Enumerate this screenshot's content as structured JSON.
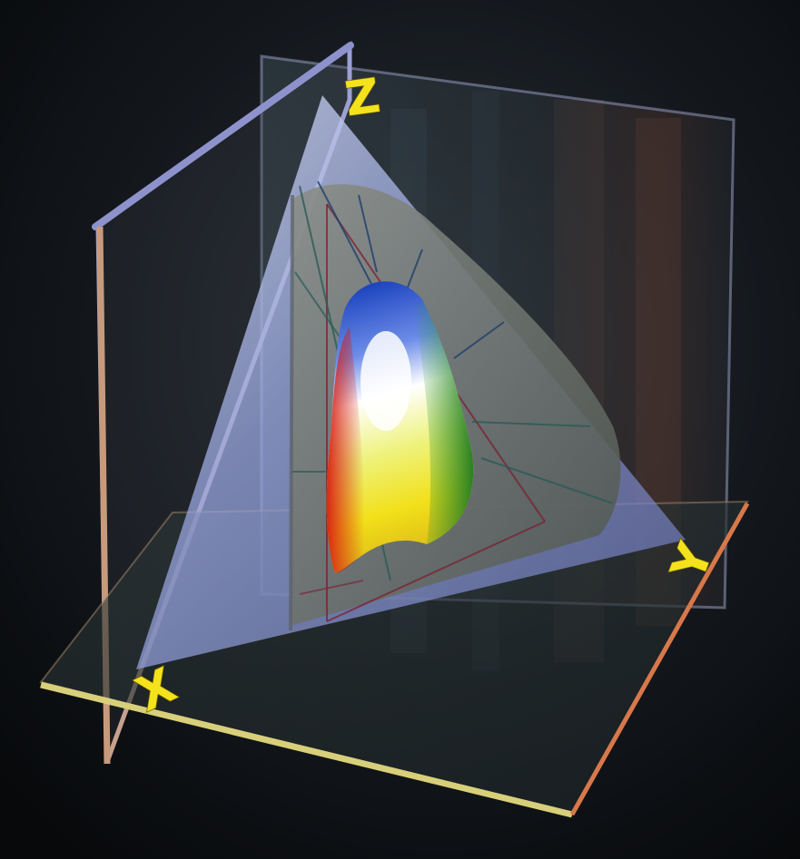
{
  "image": {
    "subject": "3d-coordinate-illustration",
    "axes": [
      {
        "key": "z",
        "label": "Z"
      },
      {
        "key": "y",
        "label": "Y"
      },
      {
        "key": "x",
        "label": "X"
      }
    ],
    "colors": {
      "background": "#0d1014",
      "label": "#f4e21c",
      "cone": "#b8c4f0",
      "surface_top": "#2a55c8",
      "surface_mid": "#ffffff",
      "surface_low_left": "#e02a1a",
      "surface_low_mid": "#f2e51a",
      "surface_low_right": "#2f9a2a"
    }
  }
}
